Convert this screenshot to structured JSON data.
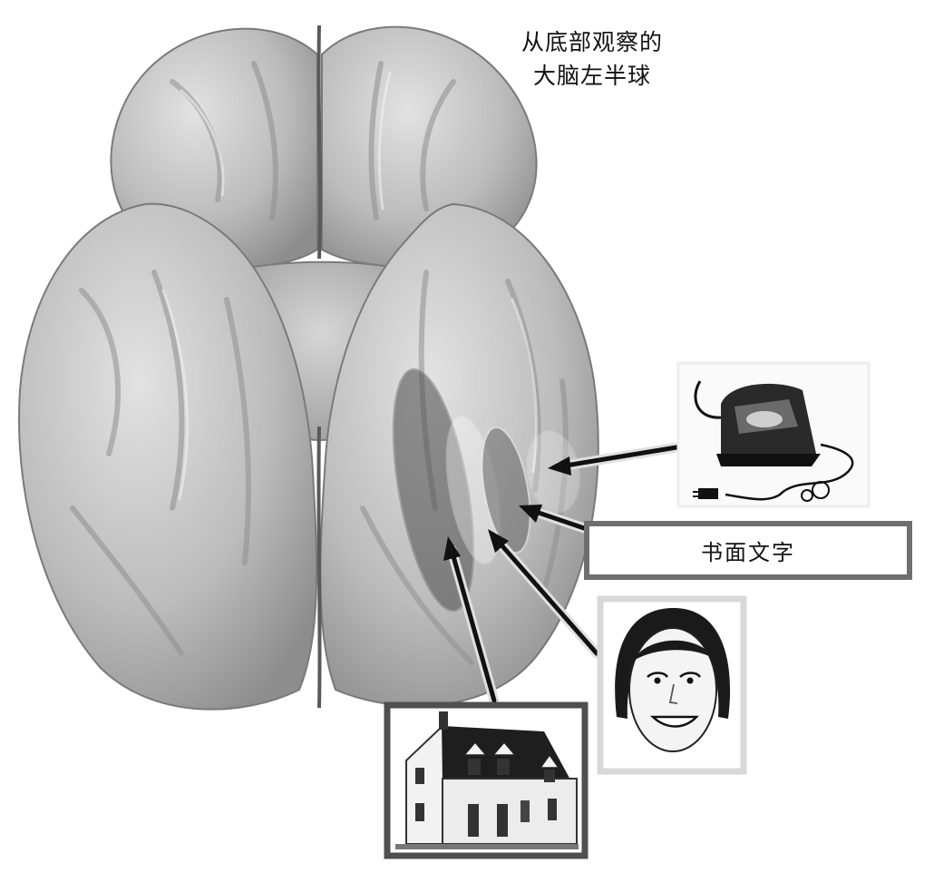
{
  "title": {
    "line1": "从底部观察的",
    "line2": "大脑左半球"
  },
  "labels": {
    "written_words": "书面文字"
  },
  "icons": [
    "brain-illustration",
    "iron-icon",
    "face-icon",
    "house-icon"
  ],
  "colors": {
    "box_border": "#6f6f6f",
    "brain_fill": "#bdbdbd",
    "arrow": "#111111",
    "arrow_outline": "#e0e0e0"
  }
}
